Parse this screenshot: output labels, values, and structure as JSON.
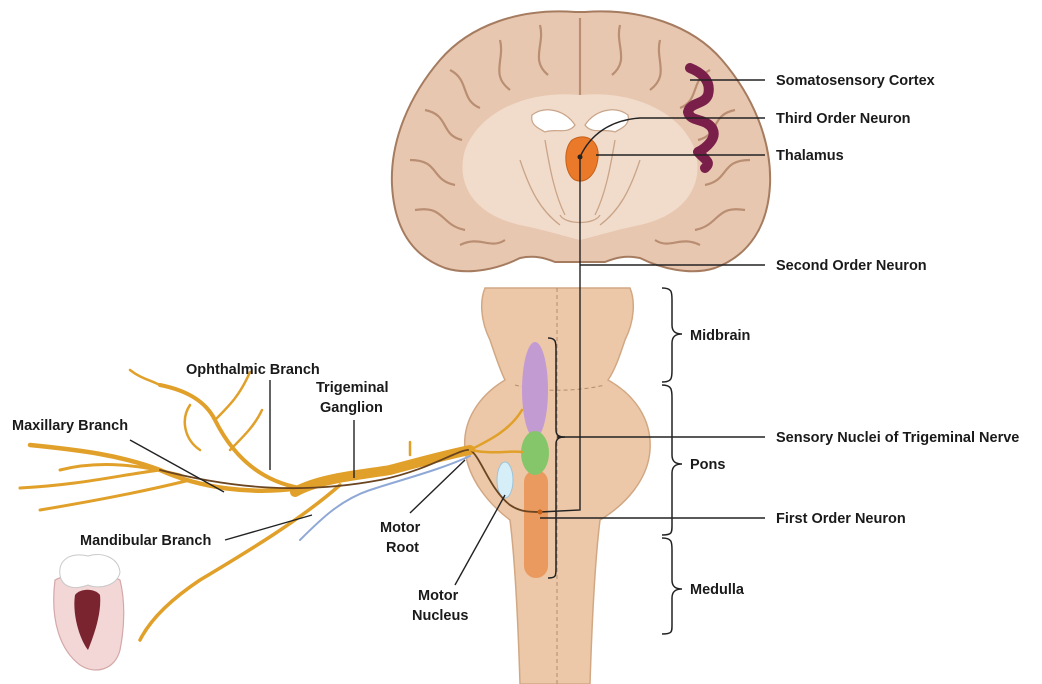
{
  "labels": {
    "somatosensory_cortex": "Somatosensory Cortex",
    "third_order_neuron": "Third Order Neuron",
    "thalamus": "Thalamus",
    "second_order_neuron": "Second Order Neuron",
    "midbrain": "Midbrain",
    "sensory_nuclei": "Sensory Nuclei of Trigeminal Nerve",
    "pons": "Pons",
    "first_order_neuron": "First Order Neuron",
    "medulla": "Medulla",
    "ophthalmic_branch": "Ophthalmic Branch",
    "trigeminal_ganglion_1": "Trigeminal",
    "trigeminal_ganglion_2": "Ganglion",
    "maxillary_branch": "Maxillary Branch",
    "mandibular_branch": "Mandibular Branch",
    "motor_root_1": "Motor",
    "motor_root_2": "Root",
    "motor_nucleus_1": "Motor",
    "motor_nucleus_2": "Nucleus"
  },
  "colors": {
    "brain_tissue": "#e8c7b0",
    "brain_outline": "#a67c60",
    "brain_inner": "#f1dccb",
    "brainstem": "#ecc8a8",
    "cortex_highlight": "#7a1f4a",
    "thalamus": "#ea7a2a",
    "nerve": "#e0a02a",
    "nerve_dark": "#6b4520",
    "sensory_nucleus_upper": "#c39bd3",
    "sensory_nucleus_middle": "#86c66b",
    "sensory_nucleus_lower": "#ea9a5e",
    "motor_nucleus": "#d6eef8",
    "motor_root_line": "#8fa8d6",
    "tooth_gum": "#f3d6d6",
    "tooth_pulp": "#7a2430",
    "line": "#222222"
  }
}
